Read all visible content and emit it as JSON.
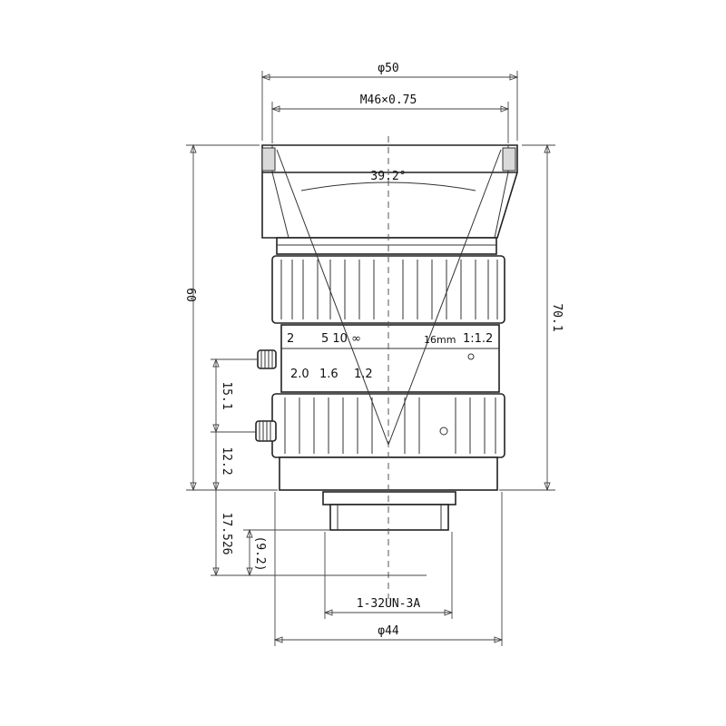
{
  "drawing": {
    "dimensions": {
      "outer_diameter": "φ50",
      "front_thread": "M46×0.75",
      "field_angle": "39.2°",
      "flange_length": "60",
      "total_length": "70.1",
      "screw_spacing": "15.1",
      "rear_offset": "12.2",
      "back_focal": "17.526",
      "mount_depth": "(9.2)",
      "mount_thread": "1-32UN-3A",
      "rear_diameter": "φ44"
    },
    "barrel_text": {
      "focus_near": "2",
      "focus_far": "5 10 ∞",
      "focal_length": "16mm",
      "aperture_ratio": "1:1.2",
      "iris_2_0": "2.0",
      "iris_1_6": "1.6",
      "iris_1_2": "1.2"
    }
  }
}
